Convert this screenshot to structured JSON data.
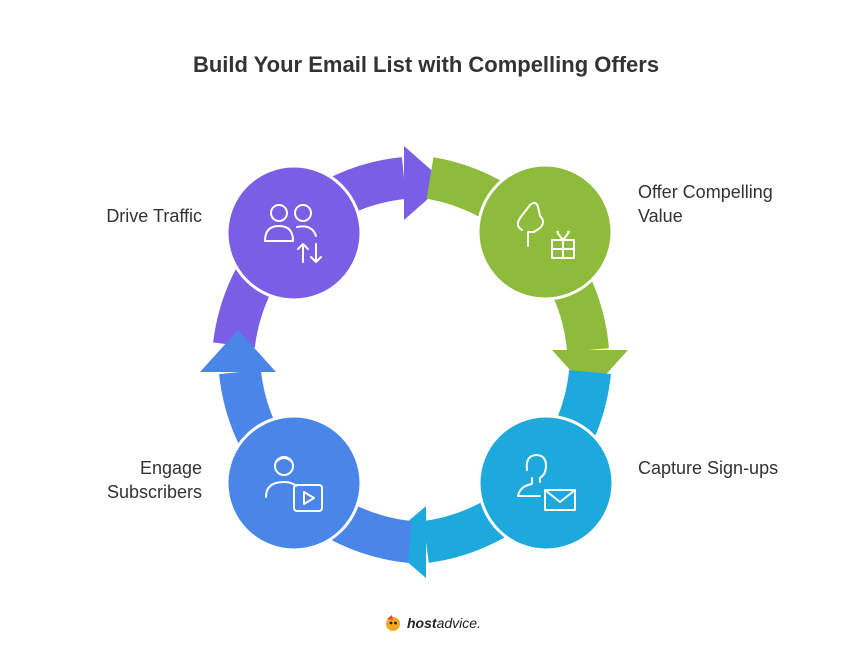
{
  "title": "Build Your Email List with Compelling Offers",
  "steps": [
    {
      "label": "Drive Traffic",
      "icon": "users-traffic-icon",
      "color": "#7b5ee6"
    },
    {
      "label": "Offer Compelling Value",
      "label_lines": [
        "Offer Compelling",
        "Value"
      ],
      "icon": "hand-gift-icon",
      "color": "#8fbb3c"
    },
    {
      "label": "Capture Sign-ups",
      "icon": "user-mail-icon",
      "color": "#1ea9dc"
    },
    {
      "label": "Engage Subscribers",
      "label_lines": [
        "Engage",
        "Subscribers"
      ],
      "icon": "user-play-icon",
      "color": "#4a86e8"
    }
  ],
  "branding": {
    "logo_bold": "host",
    "logo_rest": "advice."
  }
}
